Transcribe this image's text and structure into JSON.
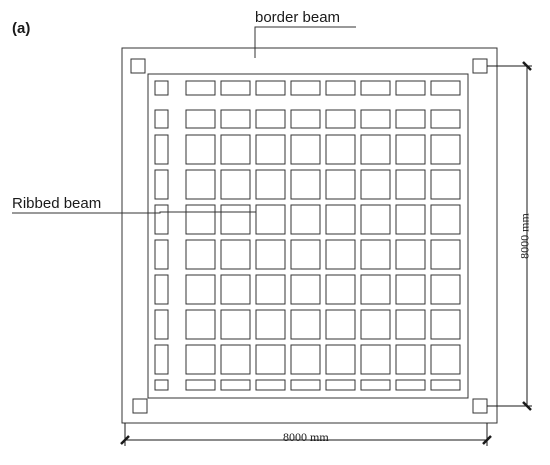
{
  "labels": {
    "panel": "(a)",
    "border_beam": "border beam",
    "ribbed_beam": "Ribbed beam",
    "dim_horizontal": "8000 mm",
    "dim_vertical": "8000 mm"
  },
  "grid": {
    "rows": 10,
    "cols": 9
  },
  "colors": {
    "line": "#333333",
    "background": "#ffffff"
  }
}
